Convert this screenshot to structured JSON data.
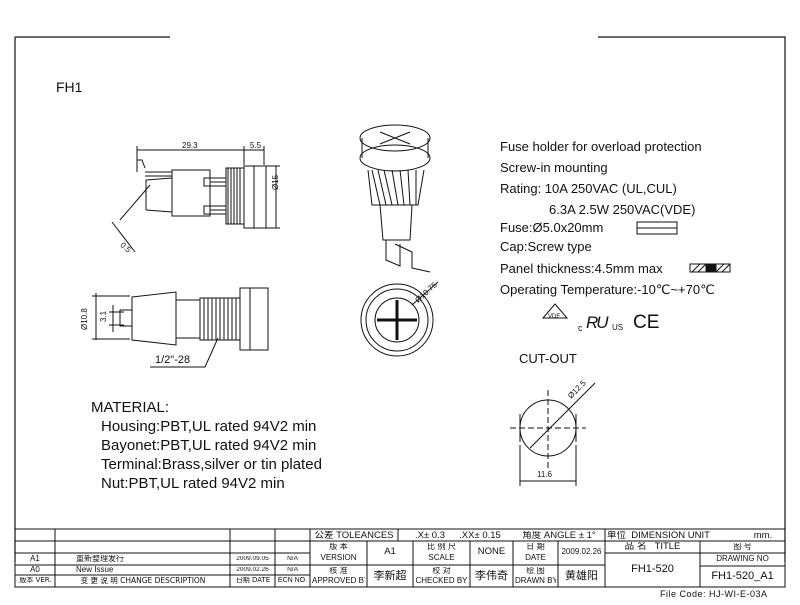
{
  "part_label": "FH1",
  "dims": {
    "length": "29.3",
    "thread_len": "5.5",
    "diameter": "Ø15",
    "lead": "0.5",
    "body_dia": "Ø10.8",
    "term": "3.1",
    "thread": "1/2\"-28",
    "cap_dia": "Ø10.75",
    "cutout_dia": "Ø12.5",
    "cutout_flat": "11.6"
  },
  "specs": {
    "s1": "Fuse holder for overload protection",
    "s2": "Screw-in mounting",
    "s3": "Rating: 10A 250VAC (UL,CUL)",
    "s4": "6.3A 2.5W 250VAC(VDE)",
    "s5": "Fuse:Ø5.0x20mm",
    "s6": "Cap:Screw type",
    "s7": "Panel thickness:4.5mm max",
    "s8": "Operating Temperature:-10℃~+70℃"
  },
  "certs": {
    "vde": "VDE",
    "ul_c": "c",
    "ul_r": "RU",
    "ul_us": "US",
    "ce": "CE"
  },
  "cutout_label": "CUT-OUT",
  "material": {
    "title": "MATERIAL:",
    "m1": "Housing:PBT,UL rated 94V2 min",
    "m2": "Bayonet:PBT,UL rated 94V2 min",
    "m3": "Terminal:Brass,silver or tin plated",
    "m4": "Nut:PBT,UL rated 94V2 min"
  },
  "title_block": {
    "tol_cn": "公差",
    "tol_en": "TOLEANCES",
    "tol1": ".X± 0.3",
    "tol2": ".XX± 0.15",
    "angle_cn": "角度",
    "angle_en": "ANGLE ± 1°",
    "unit_cn": "单位",
    "unit_en": "DIMENSION UNIT",
    "unit_val": "mm.",
    "ver_cn": "版 本",
    "ver_en": "VERSION",
    "ver_val": "A1",
    "scale_cn": "比 例 尺",
    "scale_en": "SCALE",
    "scale_val": "NONE",
    "date_cn": "日 期",
    "date_en": "DATE",
    "date_val": "2009.02.26",
    "title_cn": "品 名",
    "title_en": "TITLE",
    "dwg_cn": "图 号",
    "dwg_en": "DRAWING NO",
    "title_val": "FH1-520",
    "dwg_val": "FH1-520_A1",
    "appr_cn": "核 准",
    "appr_en": "APPROVED BY",
    "appr_name": "李新超",
    "chk_cn": "校 对",
    "chk_en": "CHECKED BY",
    "chk_name": "李伟奇",
    "drw_cn": "绘 图",
    "drw_en": "DRAWN BY",
    "drw_name": "黄雄阳",
    "rows": [
      {
        "ver": "A1",
        "desc": "重新整理发行",
        "date": "2009.09.05",
        "ecn": "N/A"
      },
      {
        "ver": "A0",
        "desc": "New Issue",
        "date": "2009.02.26",
        "ecn": "N/A"
      }
    ],
    "hdr_ver": "版本 VER.",
    "hdr_desc": "变 更 说 明  CHANGE DESCRIPTION",
    "hdr_date": "日期 DATE",
    "hdr_ecn": "ECN NO."
  },
  "file_code": "File Code: HJ-WI-E-03A"
}
